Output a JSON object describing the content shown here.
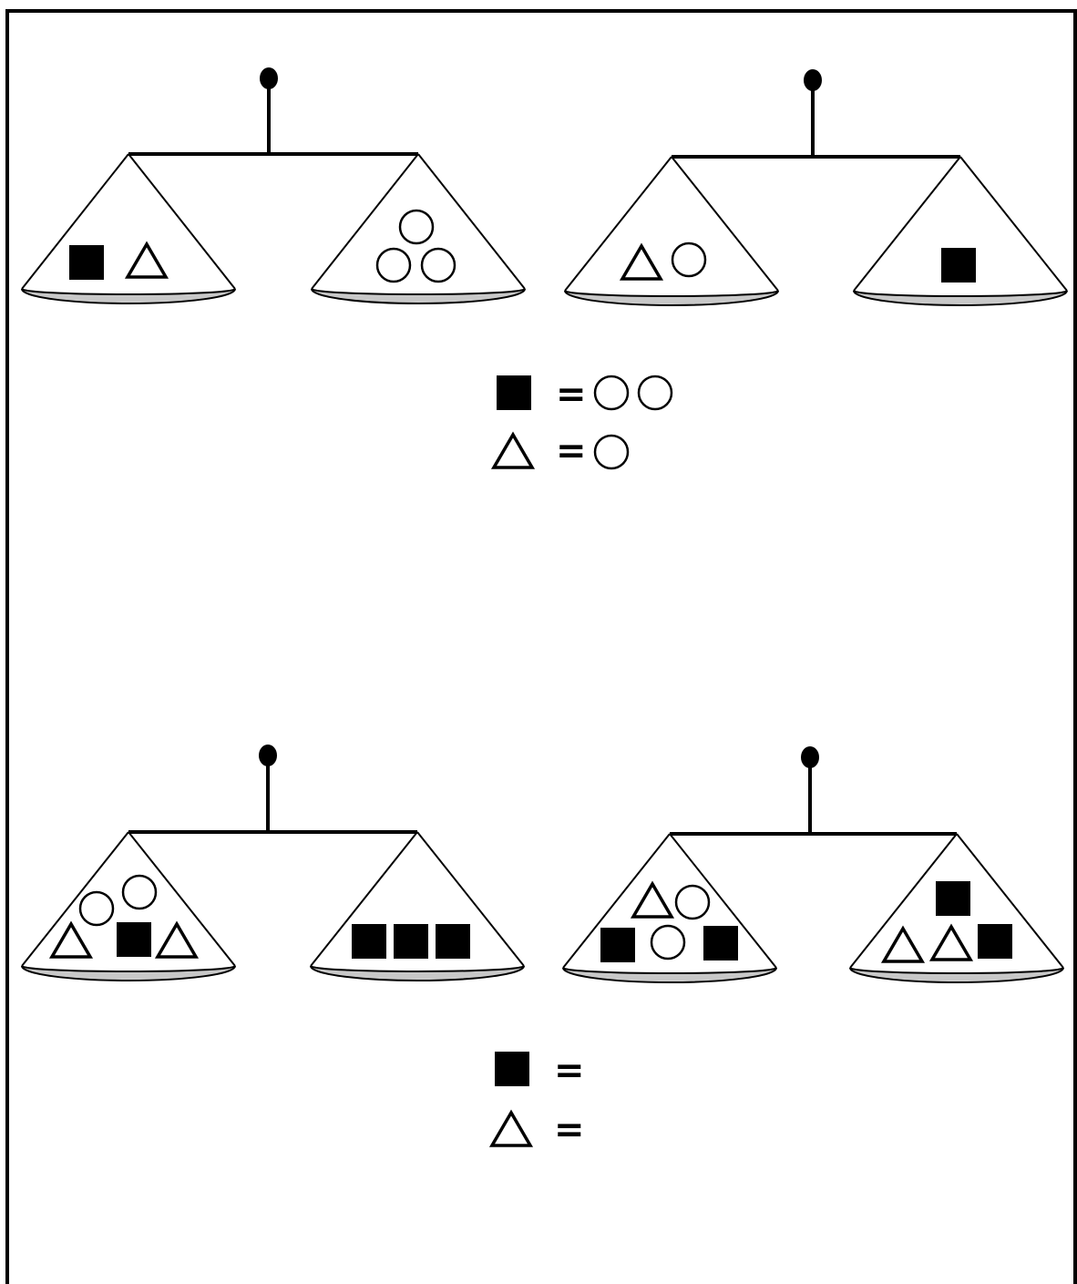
{
  "colors": {
    "ink": "#000000",
    "paper": "#ffffff",
    "pan_fill": "#c8c8c8"
  },
  "problems": [
    {
      "balances": [
        {
          "left_pan": [
            "black-square",
            "white-triangle"
          ],
          "right_pan": [
            "white-circle",
            "white-circle",
            "white-circle"
          ]
        },
        {
          "left_pan": [
            "white-triangle",
            "white-circle"
          ],
          "right_pan": [
            "black-square"
          ]
        }
      ],
      "answers": [
        {
          "symbol": "black-square",
          "equals_sign": "=",
          "value_items": [
            "white-circle",
            "white-circle"
          ]
        },
        {
          "symbol": "white-triangle",
          "equals_sign": "=",
          "value_items": [
            "white-circle"
          ]
        }
      ]
    },
    {
      "balances": [
        {
          "left_pan": [
            "white-circle",
            "white-circle",
            "white-triangle",
            "black-square",
            "white-triangle"
          ],
          "right_pan": [
            "black-square",
            "black-square",
            "black-square"
          ]
        },
        {
          "left_pan": [
            "white-triangle",
            "white-circle",
            "black-square",
            "white-circle",
            "black-square"
          ],
          "right_pan": [
            "black-square",
            "white-triangle",
            "white-triangle",
            "black-square"
          ]
        }
      ],
      "answers": [
        {
          "symbol": "black-square",
          "equals_sign": "=",
          "value_items": []
        },
        {
          "symbol": "white-triangle",
          "equals_sign": "=",
          "value_items": []
        }
      ]
    }
  ]
}
